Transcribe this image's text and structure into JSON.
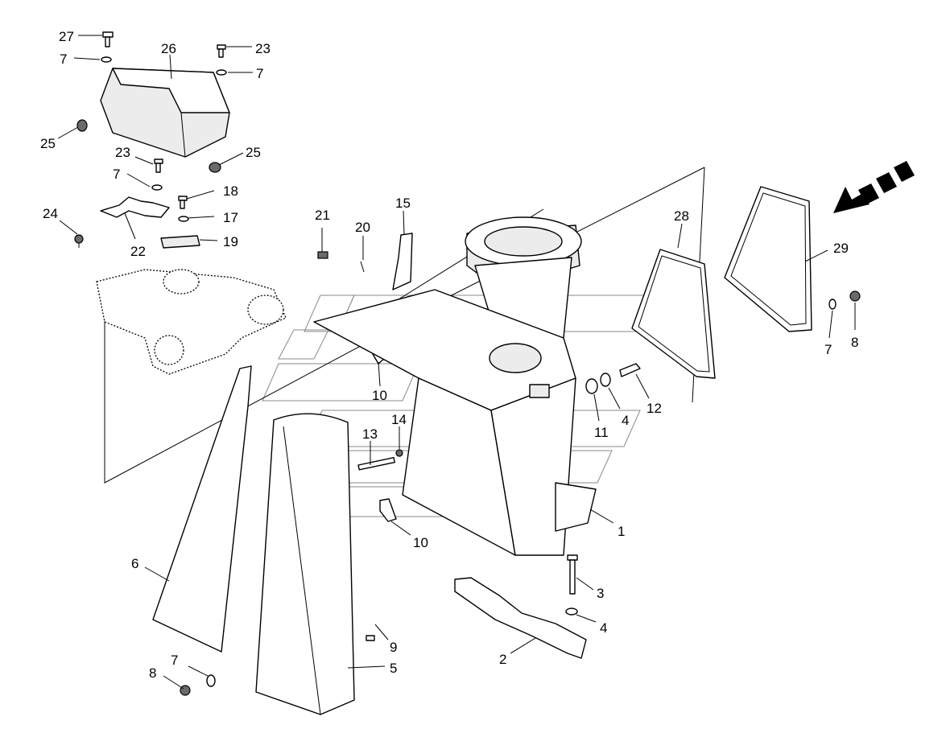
{
  "diagram": {
    "callouts": [
      {
        "id": "c27",
        "label": "27"
      },
      {
        "id": "c7a",
        "label": "7"
      },
      {
        "id": "c26",
        "label": "26"
      },
      {
        "id": "c23a",
        "label": "23"
      },
      {
        "id": "c7b",
        "label": "7"
      },
      {
        "id": "c25a",
        "label": "25"
      },
      {
        "id": "c23b",
        "label": "23"
      },
      {
        "id": "c25b",
        "label": "25"
      },
      {
        "id": "c7c",
        "label": "7"
      },
      {
        "id": "c18",
        "label": "18"
      },
      {
        "id": "c24",
        "label": "24"
      },
      {
        "id": "c17",
        "label": "17"
      },
      {
        "id": "c22",
        "label": "22"
      },
      {
        "id": "c19",
        "label": "19"
      },
      {
        "id": "c21",
        "label": "21"
      },
      {
        "id": "c20",
        "label": "20"
      },
      {
        "id": "c15",
        "label": "15"
      },
      {
        "id": "c28",
        "label": "28"
      },
      {
        "id": "c29",
        "label": "29"
      },
      {
        "id": "c7d",
        "label": "7"
      },
      {
        "id": "c8a",
        "label": "8"
      },
      {
        "id": "c10a",
        "label": "10"
      },
      {
        "id": "c12",
        "label": "12"
      },
      {
        "id": "c11",
        "label": "11"
      },
      {
        "id": "c4a",
        "label": "4"
      },
      {
        "id": "c14",
        "label": "14"
      },
      {
        "id": "c13",
        "label": "13"
      },
      {
        "id": "c1",
        "label": "1"
      },
      {
        "id": "c10b",
        "label": "10"
      },
      {
        "id": "c6",
        "label": "6"
      },
      {
        "id": "c3",
        "label": "3"
      },
      {
        "id": "c4b",
        "label": "4"
      },
      {
        "id": "c9",
        "label": "9"
      },
      {
        "id": "c2",
        "label": "2"
      },
      {
        "id": "c5",
        "label": "5"
      },
      {
        "id": "c7e",
        "label": "7"
      },
      {
        "id": "c8b",
        "label": "8"
      }
    ]
  }
}
